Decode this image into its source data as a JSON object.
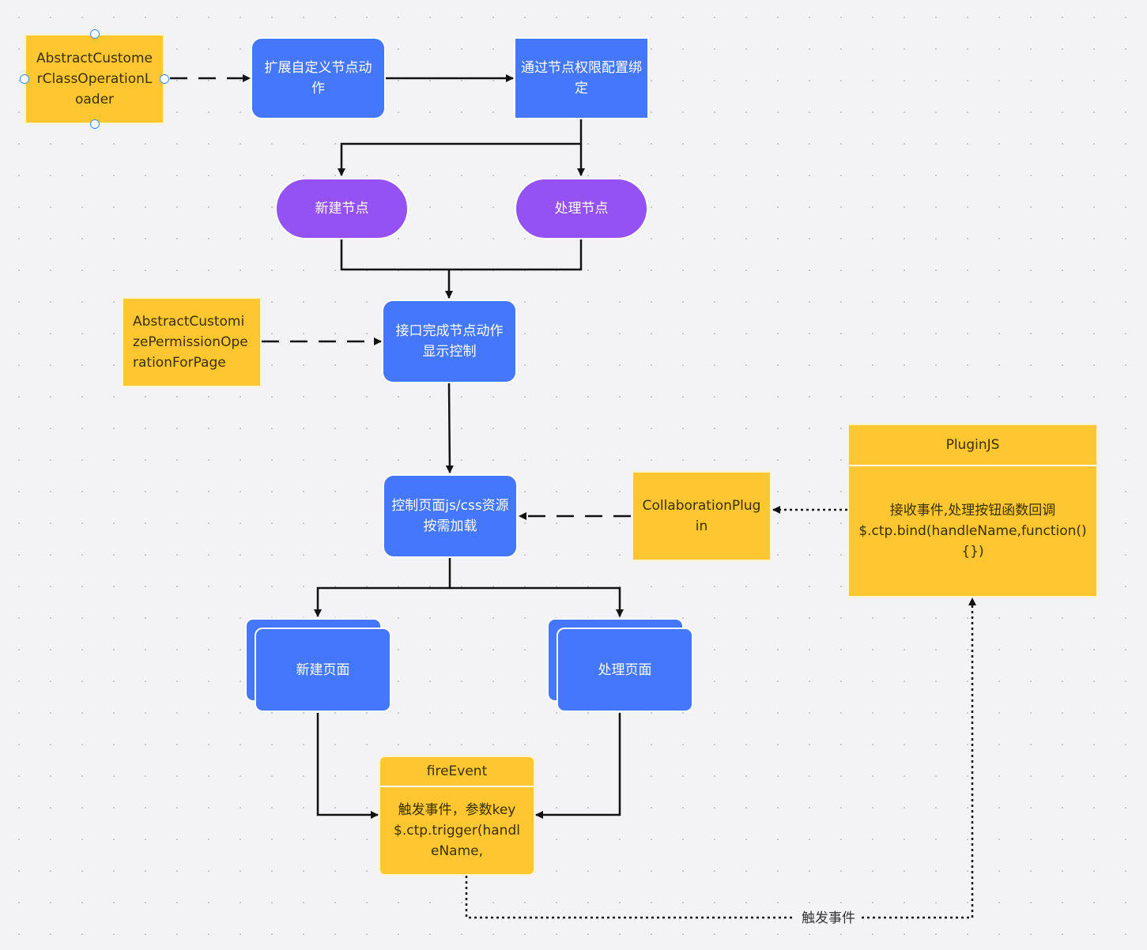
{
  "nodes": {
    "loader": "AbstractCustomerClassOperationLoader",
    "extend_action": "扩展自定义节点动作",
    "permission_bind": "通过节点权限配置绑定",
    "new_node": "新建节点",
    "process_node": "处理节点",
    "permission_page": "AbstractCustomizePermissionOperationForPage",
    "interface_control": "接口完成节点动作显示控制",
    "resource_load": "控制页面js/css资源按需加载",
    "collab_plugin": "CollaborationPlugin",
    "new_page": "新建页面",
    "process_page": "处理页面",
    "plugin_js": {
      "title": "PluginJS",
      "line1": "接收事件,处理按钮函数回调",
      "line2": "$.ctp.bind(handleName,function(){})"
    },
    "fire_event": {
      "title": "fireEvent",
      "line1": "触发事件，参数key",
      "line2": "$.ctp.trigger(handleName,"
    }
  },
  "edge_labels": {
    "trigger_event": "触发事件"
  },
  "colors": {
    "blue": "#4477fb",
    "purple": "#9451f4",
    "yellow": "#fec630",
    "line": "#111111",
    "background": "#f3f3f5"
  }
}
